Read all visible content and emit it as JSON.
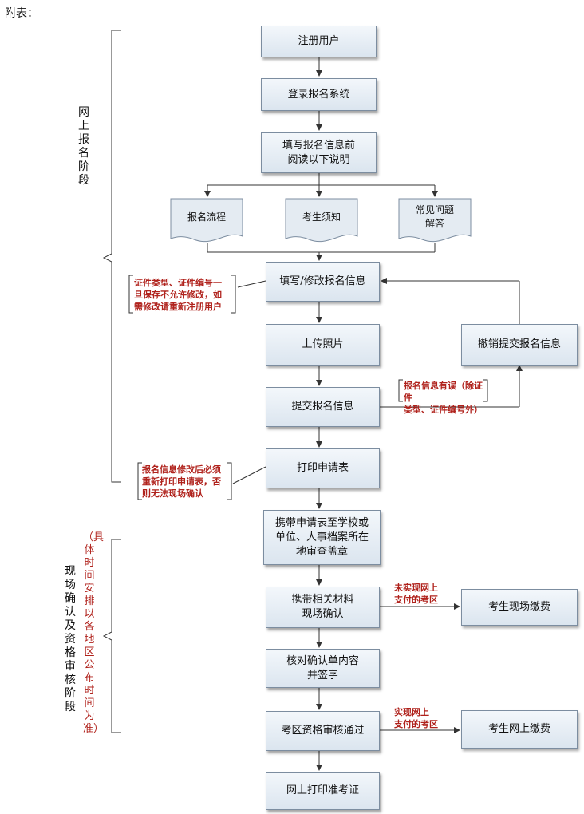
{
  "page_label": "附表：",
  "stages": {
    "online": "网上报名阶段",
    "onsite": "现场确认及资格审核阶段",
    "onsite_note": "（具体时间安排以各地区公布时间为准）"
  },
  "steps": {
    "register": "注册用户",
    "login": "登录报名系统",
    "read": "填写报名信息前\n阅读以下说明",
    "doc_process": "报名流程",
    "doc_notice": "考生须知",
    "doc_faq": "常见问题\n解答",
    "fill": "填写/修改报名信息",
    "upload": "上传照片",
    "submit": "提交报名信息",
    "cancel": "撤销提交报名信息",
    "print_form": "打印申请表",
    "stamp": "携带申请表至学校或\n单位、人事档案所在\n地审查盖章",
    "confirm": "携带相关材料\n现场确认",
    "pay_onsite": "考生现场缴费",
    "check": "核对确认单内容\n并签字",
    "review": "考区资格审核通过",
    "pay_online": "考生网上缴费",
    "print_ticket": "网上打印准考证"
  },
  "notes": {
    "id_note": "证件类型、证件编号一\n旦保存不允许修改，如\n需修改请重新注册用户",
    "error_note": "报名信息有误（除证件\n类型、证件编号外）",
    "reprint_note": "报名信息修改后必须\n重新打印申请表，否\n则无法现场确认",
    "no_online_pay": "未实现网上\n支付的考区",
    "online_pay": "实现网上\n支付的考区"
  },
  "colors": {
    "note_red": "#b0221c",
    "box_border": "#7c8da0",
    "box_fill": "#dbe5ef"
  }
}
